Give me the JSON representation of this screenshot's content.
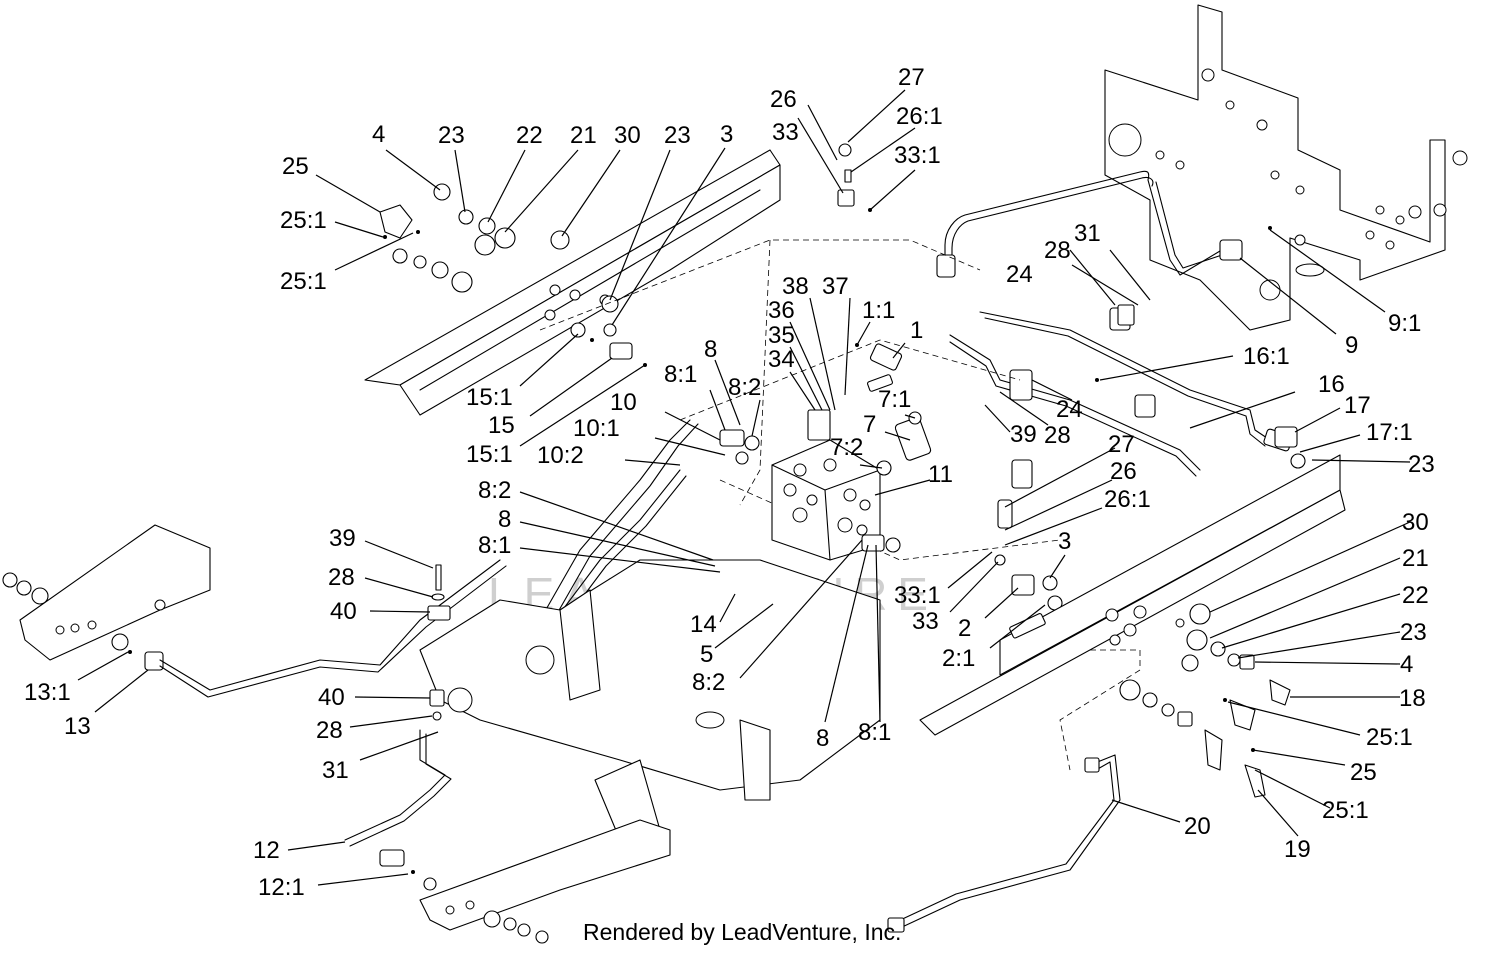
{
  "watermark": "LEADVENTURE",
  "credit": "Rendered by LeadVenture, Inc.",
  "callouts": [
    "1",
    "1:1",
    "2",
    "2:1",
    "3",
    "3",
    "4",
    "4",
    "5",
    "7",
    "7:1",
    "7:2",
    "8",
    "8",
    "8",
    "8",
    "8:1",
    "8:1",
    "8:1",
    "8:2",
    "8:2",
    "8:2",
    "9",
    "9:1",
    "10",
    "10:1",
    "10:2",
    "11",
    "12",
    "12:1",
    "13",
    "13:1",
    "14",
    "15",
    "15:1",
    "15:1",
    "16",
    "16:1",
    "17",
    "17:1",
    "18",
    "19",
    "20",
    "21",
    "21",
    "22",
    "22",
    "23",
    "23",
    "23",
    "23",
    "24",
    "24",
    "25",
    "25",
    "25:1",
    "25:1",
    "25:1",
    "25:1",
    "26",
    "26",
    "26:1",
    "26:1",
    "27",
    "27",
    "28",
    "28",
    "28",
    "28",
    "30",
    "30",
    "31",
    "31",
    "33",
    "33",
    "33:1",
    "33:1",
    "34",
    "35",
    "36",
    "37",
    "38",
    "39",
    "39",
    "40",
    "40"
  ]
}
